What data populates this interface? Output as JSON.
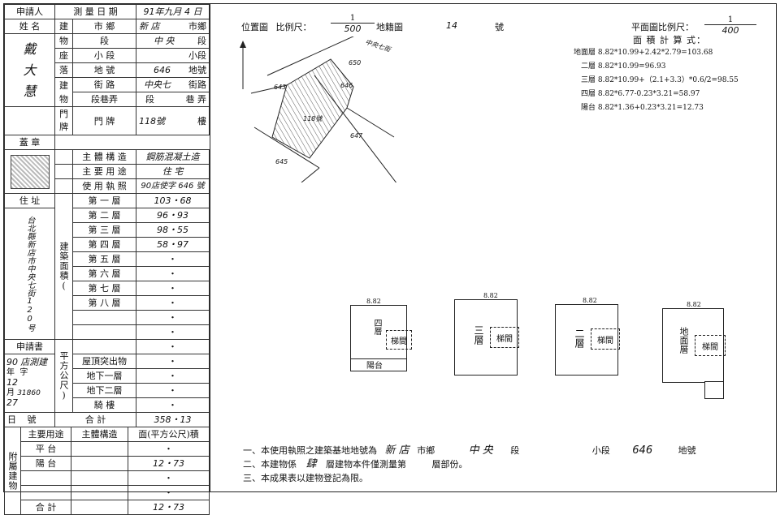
{
  "applicant": {
    "label": "申請人姓名",
    "label_a": "申請人",
    "label_b": "姓 名",
    "name_chars": [
      "戴",
      "大",
      "慧"
    ],
    "seal_label": "蓋 章"
  },
  "address": {
    "label": "住 址",
    "value_chars": [
      "台",
      "北",
      "縣",
      "新",
      "店",
      "市",
      "中",
      "央",
      "七",
      "街",
      "120",
      "号"
    ]
  },
  "survey": {
    "date_label": "測 量 日 期",
    "date_value": "91年九月 4 日",
    "location_header": [
      "建",
      "物",
      "座",
      "落"
    ],
    "rows": [
      {
        "label": "市 鄉",
        "value": "新 店",
        "suffix": "市鄉"
      },
      {
        "label": "段",
        "value": "中 央",
        "suffix": "段"
      },
      {
        "label": "小 段",
        "value": "",
        "suffix": "小段"
      },
      {
        "label": "地 號",
        "value": "646",
        "suffix": "地號"
      },
      {
        "label": "街 路",
        "value": "中央七",
        "suffix": "街路"
      },
      {
        "label": "段巷弄",
        "value": "段",
        "suffix": "巷 弄"
      }
    ],
    "door_header": [
      "門",
      "牌"
    ],
    "door_label": "門 牌",
    "door_value": "118號",
    "door_suffix": "樓"
  },
  "structure": {
    "main_label": "主 體 構 造",
    "main_value": "鋼筋混凝土造",
    "use_label": "主 要 用 途",
    "use_value": "住 宅",
    "license_label": "使 用 執 照",
    "license_value": "90店使字 646 號"
  },
  "floors": {
    "side_label": [
      "建",
      "築",
      "面",
      "積",
      "(",
      "平",
      "方",
      "公",
      "尺",
      ")"
    ],
    "rows": [
      {
        "label": "第 一 層",
        "value": "103・68"
      },
      {
        "label": "第 二 層",
        "value": "96・93"
      },
      {
        "label": "第 三 層",
        "value": "98・55"
      },
      {
        "label": "第 四 層",
        "value": "58・97"
      },
      {
        "label": "第 五 層",
        "value": "・"
      },
      {
        "label": "第 六 層",
        "value": "・"
      },
      {
        "label": "第 七 層",
        "value": "・"
      },
      {
        "label": "第 八 層",
        "value": "・"
      },
      {
        "label": "",
        "value": "・"
      },
      {
        "label": "",
        "value": "・"
      },
      {
        "label": "",
        "value": "・"
      },
      {
        "label": "屋頂突出物",
        "value": "・"
      },
      {
        "label": "地下一層",
        "value": "・"
      },
      {
        "label": "地下二層",
        "value": "・"
      },
      {
        "label": "騎 樓",
        "value": "・"
      }
    ],
    "total_label": "合 計",
    "total_value": "358・13"
  },
  "application": {
    "label": "申請書",
    "year": "90",
    "year_label": "年",
    "month": "12",
    "month_label": "月",
    "day": "27",
    "day_label": "日",
    "char_label": "字",
    "char_value": "店測建",
    "number": "31860",
    "number_label": "號"
  },
  "annex": {
    "side_label": [
      "附",
      "屬",
      "建",
      "物"
    ],
    "headers": [
      "主要用途",
      "主體構造",
      "面(平方公尺)積"
    ],
    "rows": [
      {
        "use": "平 台",
        "value": "・"
      },
      {
        "use": "陽 台",
        "value": "12・73"
      },
      {
        "use": "",
        "value": "・"
      },
      {
        "use": "",
        "value": "・"
      }
    ],
    "total_label": "合 計",
    "total_value": "12・73"
  },
  "location_map": {
    "title": "位置圖",
    "scale_label": "比例尺：",
    "scale_num": "1",
    "scale_den": "500",
    "cadastral_label": "地籍圖",
    "cadastral_no": "14",
    "cadastral_unit": "號",
    "parcel_labels": [
      "643",
      "646",
      "650",
      "647",
      "645",
      "118號"
    ],
    "street_label": "中央七街"
  },
  "plan": {
    "scale_label": "平面圖比例尺：",
    "scale_num": "1",
    "scale_den": "400",
    "calc_title": "面 積 計 算 式：",
    "calcs": [
      {
        "floor": "地面層",
        "formula": "8.82*10.99+2.42*2.79=103.68"
      },
      {
        "floor": "二層",
        "formula": "8.82*10.99=96.93"
      },
      {
        "floor": "三層",
        "formula": "8.82*10.99+（2.1+3.3）*0.6/2=98.55"
      },
      {
        "floor": "四層",
        "formula": "8.82*6.77-0.23*3.21=58.97"
      },
      {
        "floor": "陽台",
        "formula": "8.82*1.36+0.23*3.21=12.73"
      }
    ],
    "drawings": [
      {
        "name": "四層",
        "room": "梯間",
        "extra": "陽台",
        "w": "8.82"
      },
      {
        "name": "三層",
        "room": "梯間",
        "w": "8.82"
      },
      {
        "name": "二層",
        "room": "梯間",
        "w": "8.82"
      },
      {
        "name": "地面層",
        "room": "梯間",
        "w": "8.82"
      }
    ]
  },
  "notes": {
    "n1_pre": "一、本使用執照之建築基地地號為",
    "n1_city": "新 店",
    "n1_city_unit": "市鄉",
    "n1_sec": "中 央",
    "n1_sec_unit": "段",
    "n1_sub_unit": "小段",
    "n1_lot": "646",
    "n1_lot_unit": "地號",
    "n2_pre": "二、本建物係",
    "n2_floors": "肆",
    "n2_mid": "層建物本件僅測量第",
    "n2_post": "層部份。",
    "n3": "三、本成果表以建物登記為限。"
  }
}
